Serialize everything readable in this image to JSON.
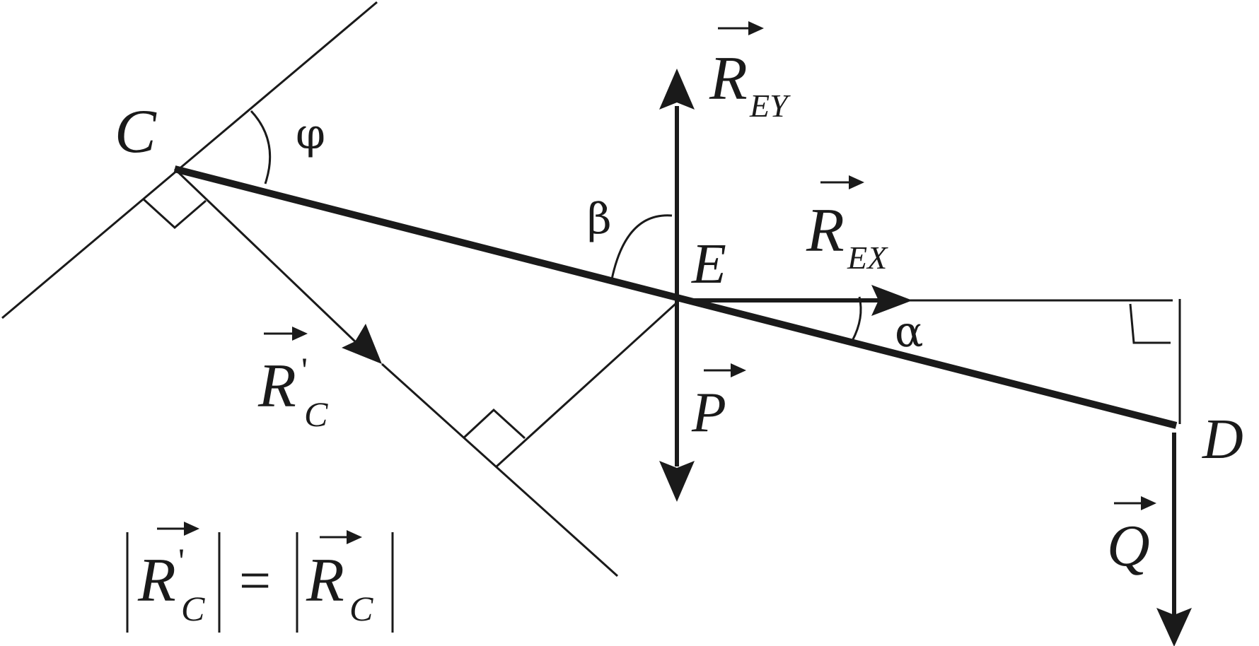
{
  "points": {
    "C": "C",
    "E": "E",
    "D": "D"
  },
  "angles": {
    "phi": "φ",
    "beta": "β",
    "alpha": "α"
  },
  "forces": {
    "R_EY": {
      "main": "R",
      "sub": "EY"
    },
    "R_EX": {
      "main": "R",
      "sub": "EX"
    },
    "R_C_prime": {
      "main": "R",
      "sub": "C",
      "prime": "'"
    },
    "P": {
      "main": "P"
    },
    "Q": {
      "main": "Q"
    }
  },
  "equation": {
    "lhs_main": "R",
    "lhs_sub": "C",
    "lhs_prime": "'",
    "equals": "=",
    "rhs_main": "R",
    "rhs_sub": "C"
  },
  "colors": {
    "ink": "#1a1a1a",
    "background": "#ffffff"
  }
}
